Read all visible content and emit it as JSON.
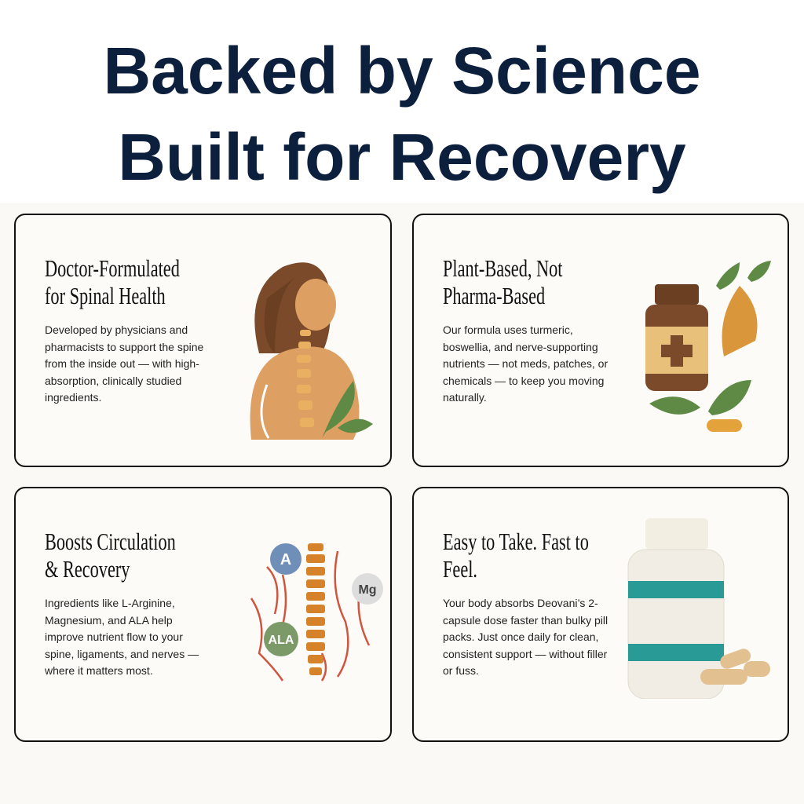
{
  "headline": {
    "line1": "Backed by Science",
    "line2": "Built for Recovery"
  },
  "cards": [
    {
      "title_lines": [
        "Doctor-Formulated",
        "for Spinal Health"
      ],
      "body": "Developed by physicians and pharmacists to support the spine from the inside out — with high-absorption, clinically studied ingredients.",
      "icon": "woman-spine-illustration"
    },
    {
      "title_lines": [
        "Plant-Based, Not",
        "Pharma-Based"
      ],
      "body": "Our formula uses turmeric, boswellia, and nerve-supporting nutrients — not meds, patches, or chemicals — to keep you moving naturally.",
      "icon": "herbal-bottle-illustration"
    },
    {
      "title_lines": [
        "Boosts Circulation",
        "& Recovery"
      ],
      "body": "Ingredients like L-Arginine, Magnesium, and ALA help improve nutrient flow to your spine, ligaments, and nerves — where it matters most.",
      "icon": "circulation-spine-illustration",
      "badges": [
        "A",
        "Mg",
        "ALA"
      ]
    },
    {
      "title_lines": [
        "Easy to Take. Fast to",
        "Feel."
      ],
      "body": "Your body absorbs Deovani’s 2-capsule dose faster than bulky pill packs. Just once daily for clean, consistent support — without filler or fuss.",
      "icon": "supplement-bottle-illustration"
    }
  ]
}
